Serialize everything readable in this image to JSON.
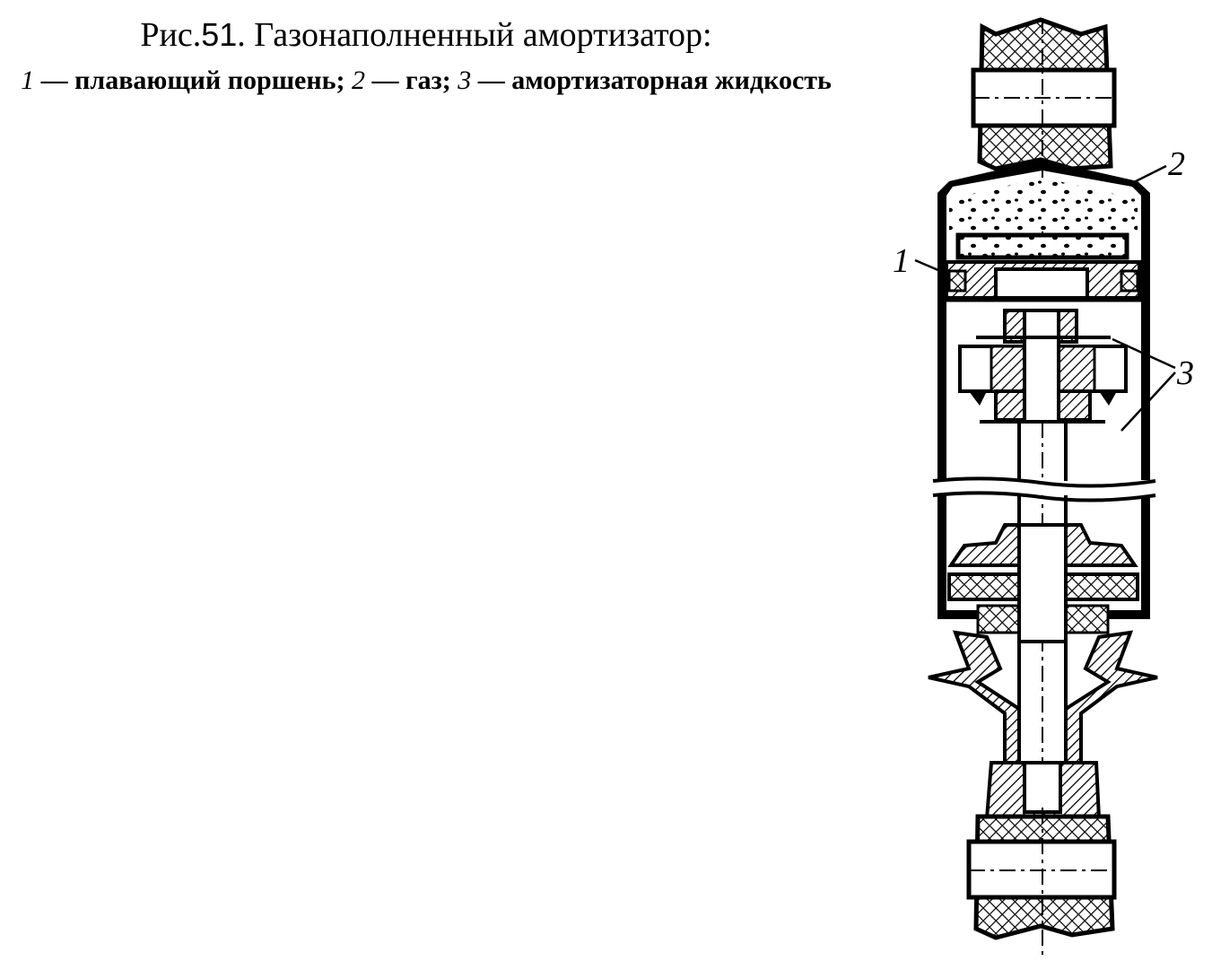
{
  "caption": {
    "fig_prefix": "Рис.",
    "fig_number": "51",
    "fig_title": ". Газонаполненный амортизатор:",
    "items": [
      {
        "num": "1",
        "text": " — плавающий поршень; "
      },
      {
        "num": "2",
        "text": " — газ; "
      },
      {
        "num": "3",
        "text": " — амортизаторная жидкость"
      }
    ]
  },
  "labels": {
    "one": "1",
    "two": "2",
    "three": "3"
  }
}
